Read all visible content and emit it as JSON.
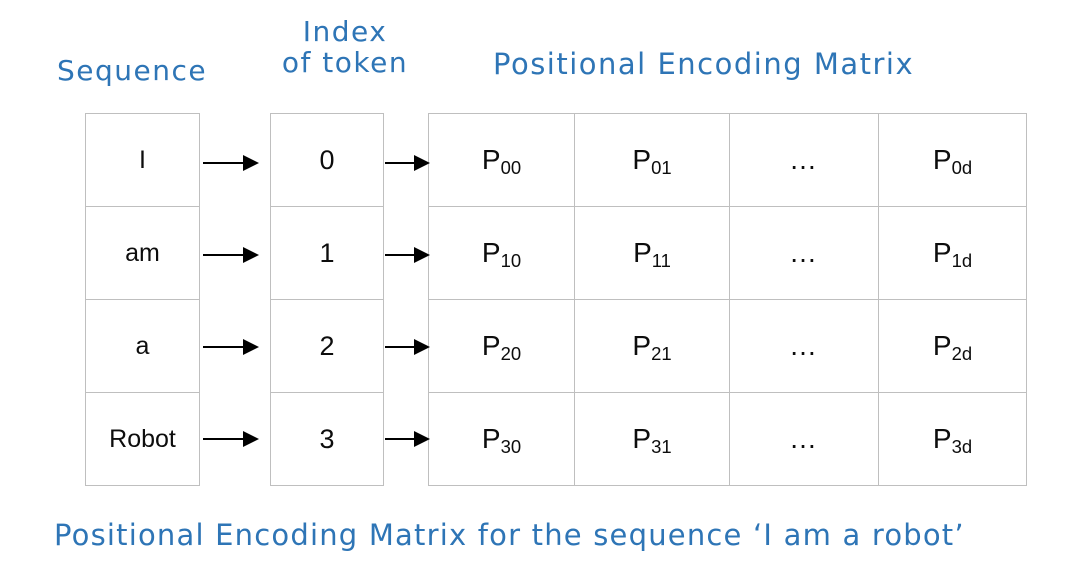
{
  "headers": {
    "sequence": "Sequence",
    "index_line1": "Index",
    "index_line2": "of token",
    "matrix": "Positional Encoding Matrix"
  },
  "caption": "Positional Encoding Matrix for the sequence ‘I am a robot’",
  "colors": {
    "heading_blue": "#2E75B6",
    "cell_border": "#bfbfbf",
    "text": "#0d0d0d",
    "arrow": "#000000",
    "background": "#ffffff"
  },
  "sequence_tokens": [
    "I",
    "am",
    "a",
    "Robot"
  ],
  "token_indices": [
    "0",
    "1",
    "2",
    "3"
  ],
  "matrix": {
    "ellipsis": "…",
    "rows": [
      [
        {
          "base": "P",
          "sub": "00"
        },
        {
          "base": "P",
          "sub": "01"
        },
        {
          "ellipsis": "…"
        },
        {
          "base": "P",
          "sub": "0d"
        }
      ],
      [
        {
          "base": "P",
          "sub": "10"
        },
        {
          "base": "P",
          "sub": "11"
        },
        {
          "ellipsis": "…"
        },
        {
          "base": "P",
          "sub": "1d"
        }
      ],
      [
        {
          "base": "P",
          "sub": "20"
        },
        {
          "base": "P",
          "sub": "21"
        },
        {
          "ellipsis": "…"
        },
        {
          "base": "P",
          "sub": "2d"
        }
      ],
      [
        {
          "base": "P",
          "sub": "30"
        },
        {
          "base": "P",
          "sub": "31"
        },
        {
          "ellipsis": "…"
        },
        {
          "base": "P",
          "sub": "3d"
        }
      ]
    ]
  },
  "arrows": {
    "sequence_to_index": [
      "arrow-right",
      "arrow-right",
      "arrow-right",
      "arrow-right"
    ],
    "index_to_matrix": [
      "arrow-right",
      "arrow-right",
      "arrow-right",
      "arrow-right"
    ]
  }
}
